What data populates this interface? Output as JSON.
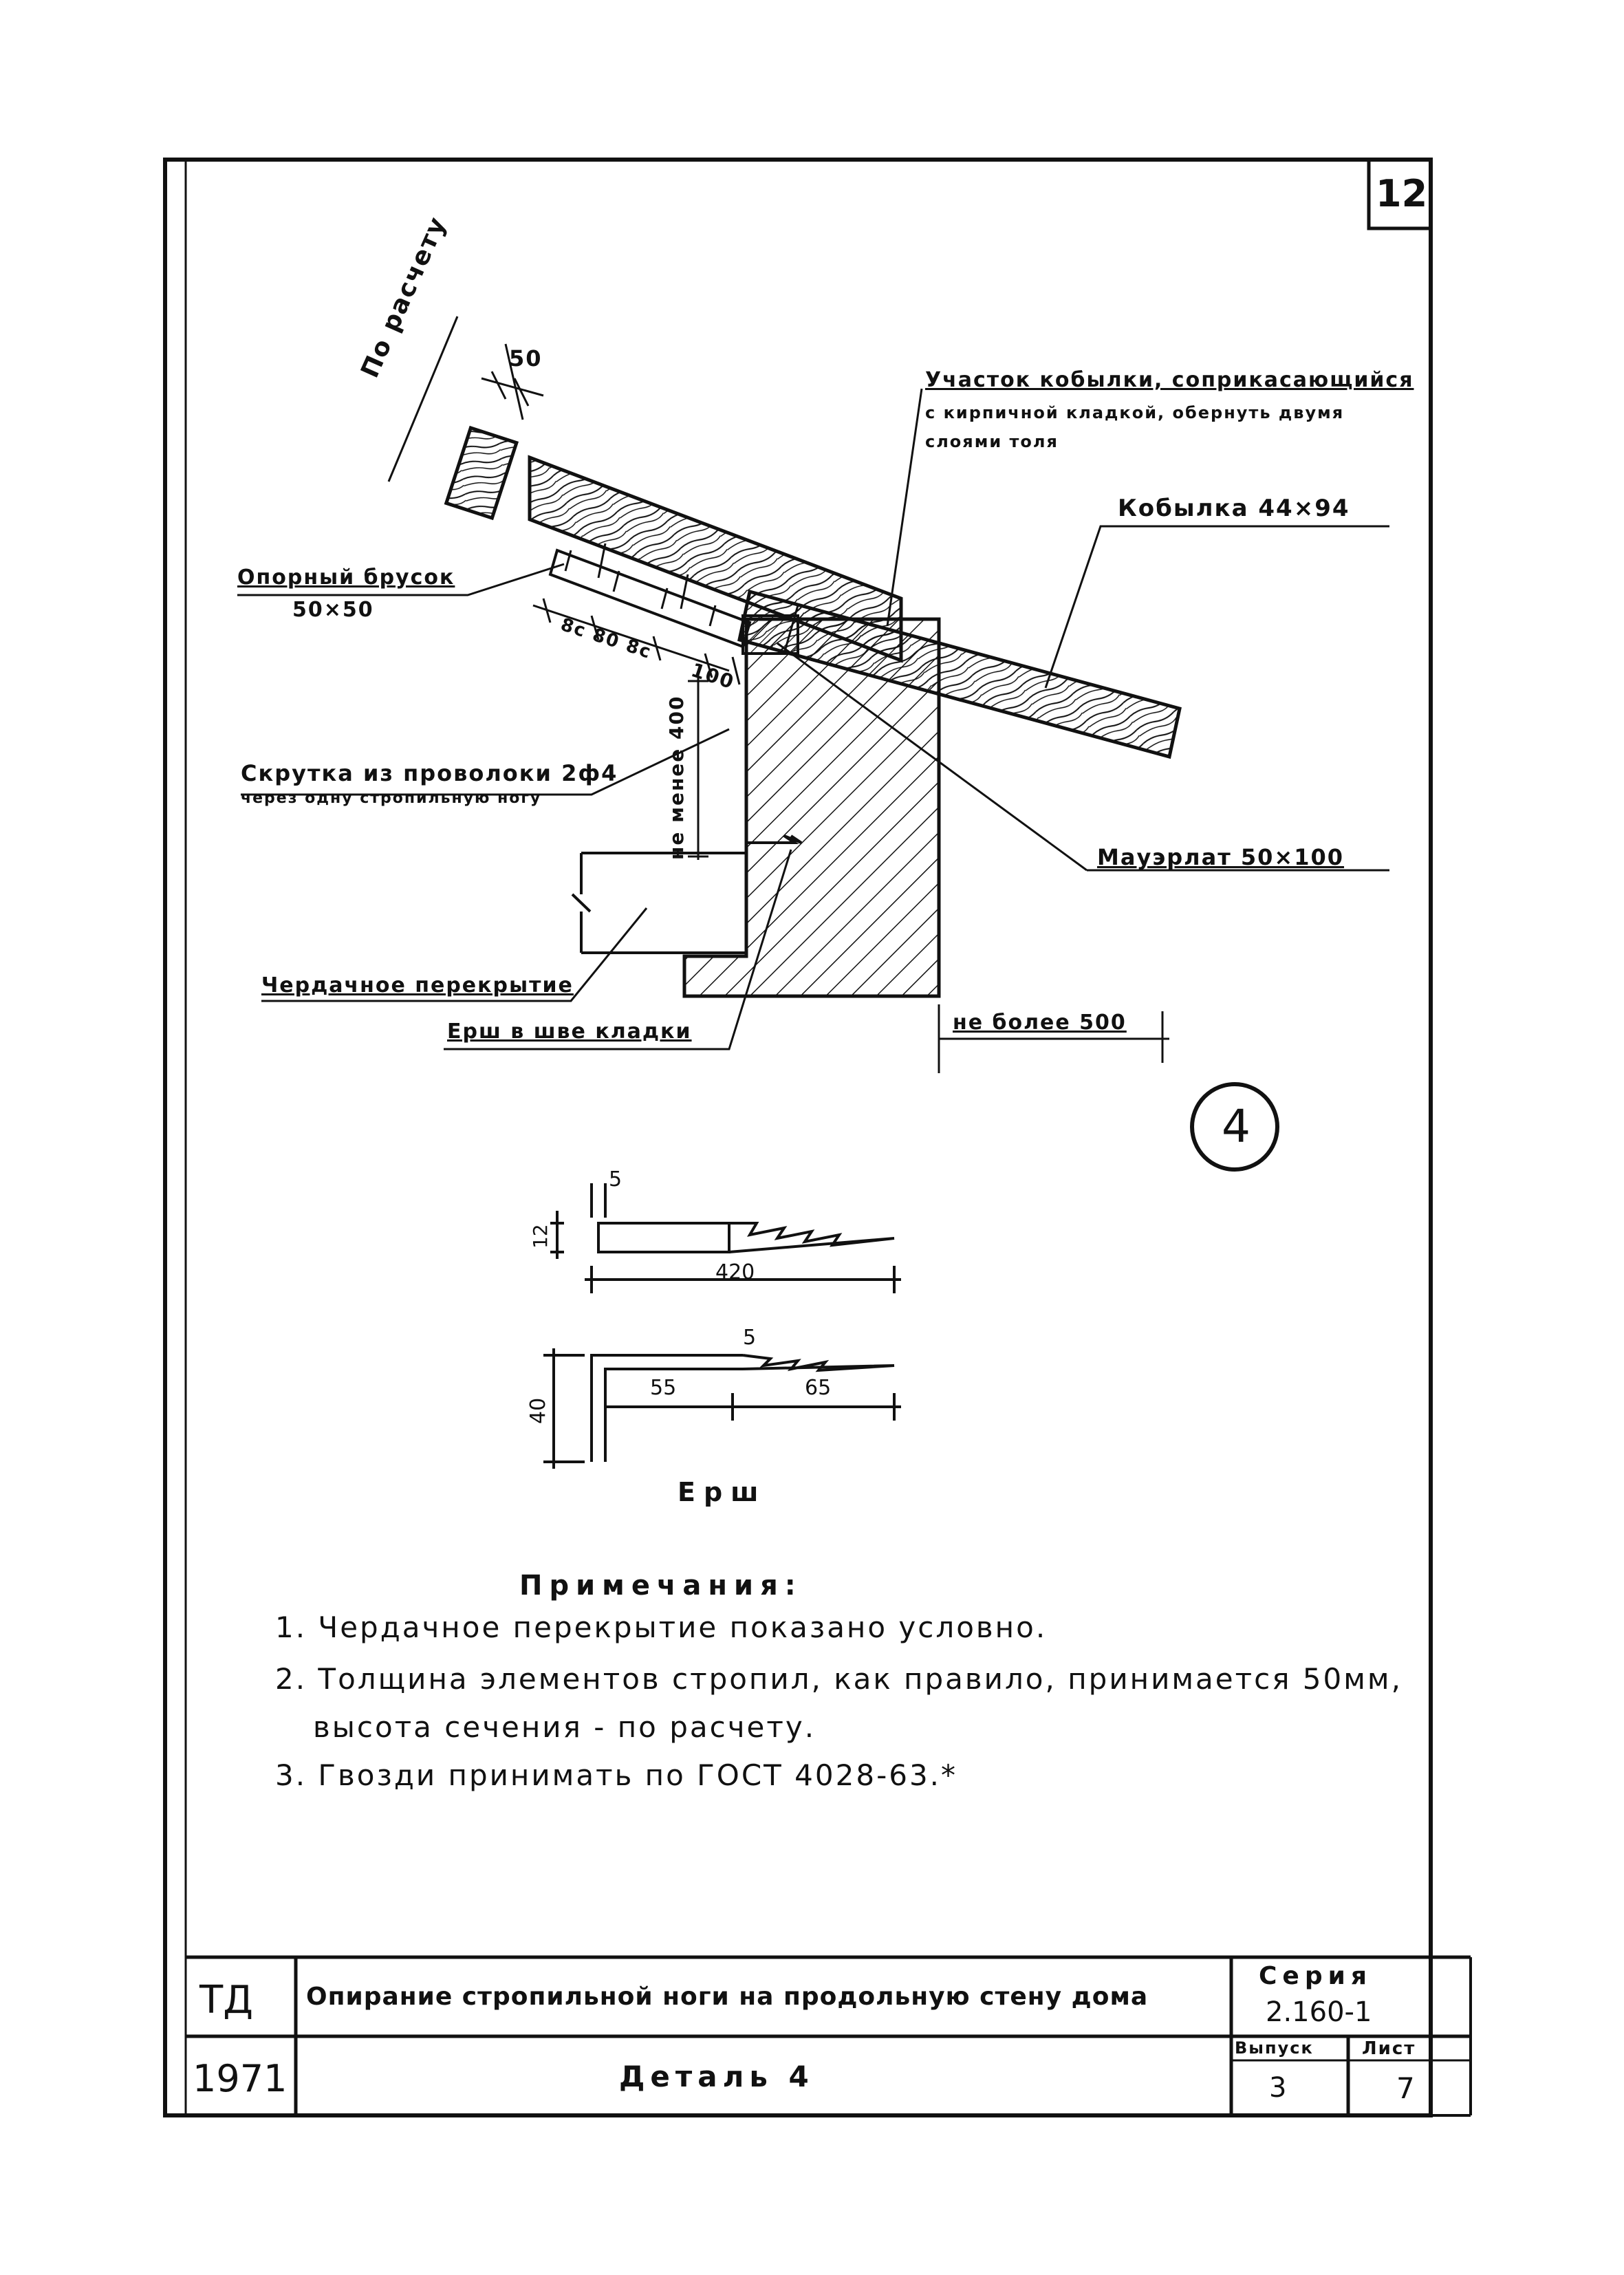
{
  "sheet_number": "12",
  "detail_number": "4",
  "labels": {
    "rafter_section_note": "По расчету",
    "rafter_width": "50",
    "strut_piece_note_line1": "Участок кобылки, соприкасающийся",
    "strut_piece_note_line2": "с кирпичной кладкой, обернуть двумя",
    "strut_piece_note_line3": "слоями толя",
    "strut_piece": "Кобылка 44×94",
    "support_bar_line1": "Опорный брусок",
    "support_bar_line2": "50×50",
    "spacing_dims": "8с 80 8с",
    "dim_100": "100",
    "wire_twist_line1": "Скрутка из проволоки 2ф4",
    "wire_twist_line2": "через одну стропильную ногу",
    "min_400": "не менее 400",
    "wall_plate": "Мауэрлат 50×100",
    "attic_floor": "Чердачное перекрытие",
    "ruff_in_joint": "Ерш в шве кладки",
    "max_500": "не более 500"
  },
  "ruff_detail": {
    "dim_5_top": "5",
    "dim_12": "12",
    "dim_420": "420",
    "dim_5_bottom": "5",
    "dim_40": "40",
    "dim_55": "55",
    "dim_65": "65",
    "caption": "Ерш"
  },
  "notes": {
    "heading": "Примечания:",
    "items": [
      "1. Чердачное перекрытие показано условно.",
      "2. Толщина элементов стропил, как правило, принимается 50мм,",
      "высота сечения - по расчету.",
      "3. Гвозди принимать по ГОСТ 4028-63.*"
    ]
  },
  "title_block": {
    "org": "ТД",
    "year": "1971",
    "title": "Опирание стропильной ноги на продольную стену дома",
    "subtitle": "Деталь 4",
    "series_label": "Серия",
    "series_value": "2.160-1",
    "issue_label": "Выпуск",
    "issue_value": "3",
    "sheet_label": "Лист",
    "sheet_value": "7"
  }
}
